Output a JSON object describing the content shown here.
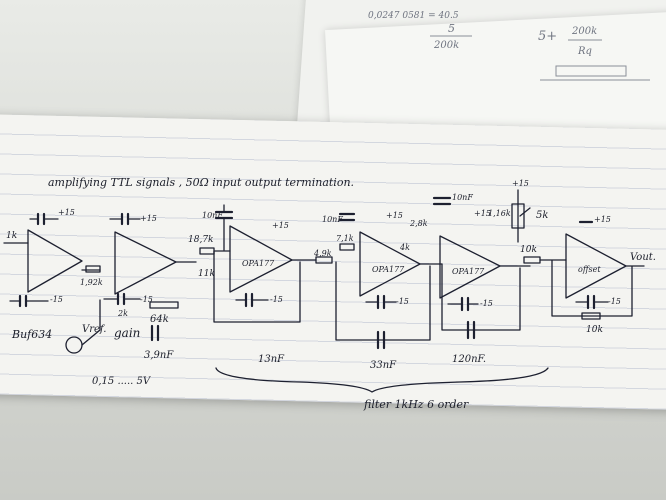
{
  "photo": {
    "heading": "amplifying TTL signals , 50Ω input output termination.",
    "back_notes": [
      "0,0247 0581 = 40.5",
      "5",
      "200k",
      "5+",
      "200k",
      "Rq"
    ],
    "stages": [
      {
        "name": "OPA177"
      },
      {
        "name": "OPA177"
      },
      {
        "name": "OPA177"
      },
      {
        "name": "offset"
      }
    ],
    "labels": {
      "buf": "Buf634",
      "vref": "Vref.",
      "gain": "gain",
      "range": "0,15 ..... 5V",
      "vout": "Vout.",
      "filter": "filter 1kHz 6 order",
      "r1k": "1k",
      "r1_92k": "1,92k",
      "r2k": "2k",
      "r64k": "64k",
      "c3_9": "3,9nF",
      "r18_7k": "18,7k",
      "r11k": "11k",
      "c10nf_a": "10nF",
      "c13nf": "13nF",
      "r4_9k": "4,9k",
      "c10nf_b": "10nF",
      "r7_1k": "7,1k",
      "r4k": "4k",
      "c33nf": "33nF",
      "r2_8k": "2,8k",
      "c10nf_c": "10nF",
      "r1_16k": "1,16k",
      "c120nf": "120nF.",
      "r10k_a": "10k",
      "r5k": "5k",
      "r10k_b": "10k",
      "p15": "+15",
      "m15": "-15"
    }
  }
}
